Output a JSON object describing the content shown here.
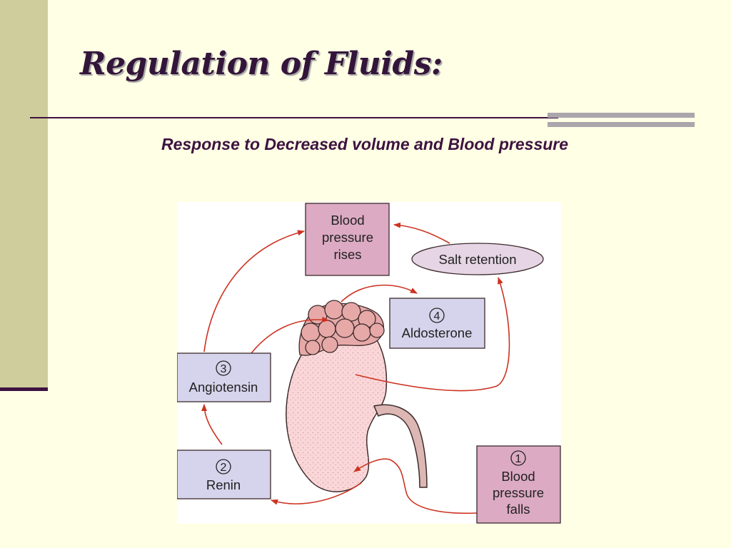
{
  "slide": {
    "title": "Regulation of  Fluids:",
    "subtitle": "Response to Decreased volume  and Blood pressure"
  },
  "diagram": {
    "nodes": {
      "bp_rises": {
        "lines": [
          "Blood",
          "pressure",
          "rises"
        ]
      },
      "salt_retention": {
        "label": "Salt retention"
      },
      "aldosterone": {
        "number": "4",
        "label": "Aldosterone"
      },
      "angiotensin": {
        "number": "3",
        "label": "Angiotensin"
      },
      "renin": {
        "number": "2",
        "label": "Renin"
      },
      "bp_falls": {
        "number": "1",
        "lines": [
          "Blood",
          "pressure",
          "falls"
        ]
      }
    },
    "colors": {
      "pink_box": "#dcaac3",
      "lavender_box": "#d6d3ec",
      "arrow": "#cc3322",
      "kidney": "#fbd6d8",
      "adrenal": "#e6a9a8",
      "ureter": "#dcb7b4"
    }
  }
}
